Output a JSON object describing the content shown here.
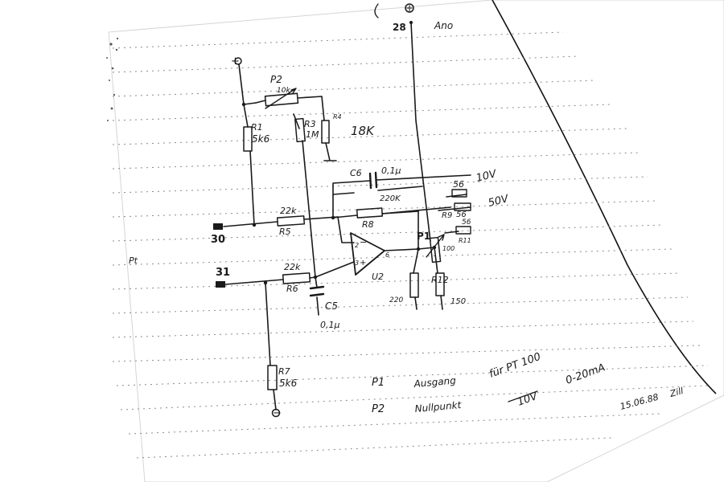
{
  "schematic": {
    "supply_plus_top": "+",
    "supply_plus_left": "+",
    "supply_minus": "−",
    "node_28": "28",
    "label_ano": "Ano",
    "p2": {
      "name": "P2",
      "value": "10k"
    },
    "r1": {
      "name": "R1",
      "value": "5k6"
    },
    "r3": {
      "name": "R3",
      "value": "1M"
    },
    "r4": {
      "name": "R4",
      "value": "18K"
    },
    "c6": {
      "name": "C6",
      "value": "0,1μ"
    },
    "r8": {
      "name": "R8",
      "value": "220K"
    },
    "r5": {
      "name": "R5",
      "value": "22k"
    },
    "r6": {
      "name": "R6",
      "value": "22k"
    },
    "r7": {
      "name": "R7",
      "value": "5k6"
    },
    "c5": {
      "name": "C5",
      "value": "0,1μ"
    },
    "u2": {
      "name": "U2",
      "pin2": "2",
      "pin3": "3",
      "pin6": "6",
      "minus": "−",
      "plus": "+"
    },
    "p1": {
      "name": "P1",
      "value": "100"
    },
    "r12": {
      "name": "R12",
      "value": "150"
    },
    "r11": {
      "name": "R11"
    },
    "r_220": {
      "value": "220"
    },
    "r9": {
      "name": "R9"
    },
    "tap_56_a": "56",
    "tap_56_b": "56",
    "tap_56_c": "56",
    "voltage_10": "10V",
    "voltage_50": "50V",
    "node_30": "30",
    "node_31": "31",
    "margin_scribble": "Pt"
  },
  "notes": {
    "p1_label": "P1",
    "p1_text": "Ausgang",
    "p2_label": "P2",
    "p2_text": "Nullpunkt",
    "pt100": "für PT 100",
    "range_a": "10V",
    "range_b": "0-20mA",
    "date": "15.06.88",
    "initials": "Zill"
  }
}
